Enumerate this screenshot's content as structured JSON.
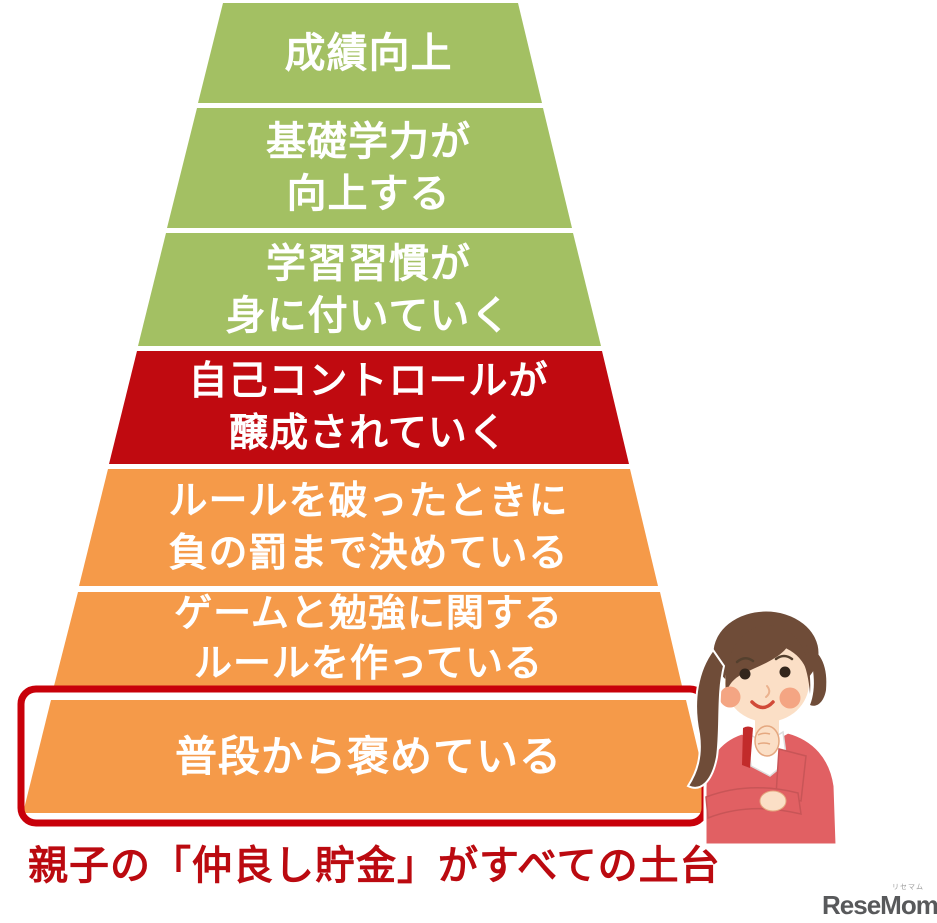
{
  "pyramid": {
    "text_color": "#FFFFFF",
    "layers": [
      {
        "lines": [
          "成績向上"
        ],
        "fill": "#A3C063"
      },
      {
        "lines": [
          "基礎学力が",
          "向上する"
        ],
        "fill": "#A3C063"
      },
      {
        "lines": [
          "学習習慣が",
          "身に付いていく"
        ],
        "fill": "#A3C063"
      },
      {
        "lines": [
          "自己コントロールが",
          "醸成されていく"
        ],
        "fill": "#C00A10"
      },
      {
        "lines": [
          "ルールを破ったときに",
          "負の罰まで決めている"
        ],
        "fill": "#F59A49"
      },
      {
        "lines": [
          "ゲームと勉強に関する",
          "ルールを作っている"
        ],
        "fill": "#F59A49"
      },
      {
        "lines": [
          "普段から褒めている"
        ],
        "fill": "#F59A49"
      }
    ],
    "highlight_border_color": "#C8000A"
  },
  "caption": {
    "text": "親子の「仲良し貯金」がすべての土台",
    "color": "#BB0A10"
  },
  "logo": {
    "text": "ReseMom.",
    "ruby": "リセマム",
    "color": "#58595B",
    "ruby_color": "#9B9B9B"
  },
  "illustration": {
    "name": "thinking-woman",
    "hair_color": "#6F4C38",
    "skin_color": "#FBDFC6",
    "cardigan_color": "#E16063",
    "blush_color": "#F4A583",
    "shirt_color": "#FFFFFF",
    "tie_color": "#C22B2B"
  }
}
